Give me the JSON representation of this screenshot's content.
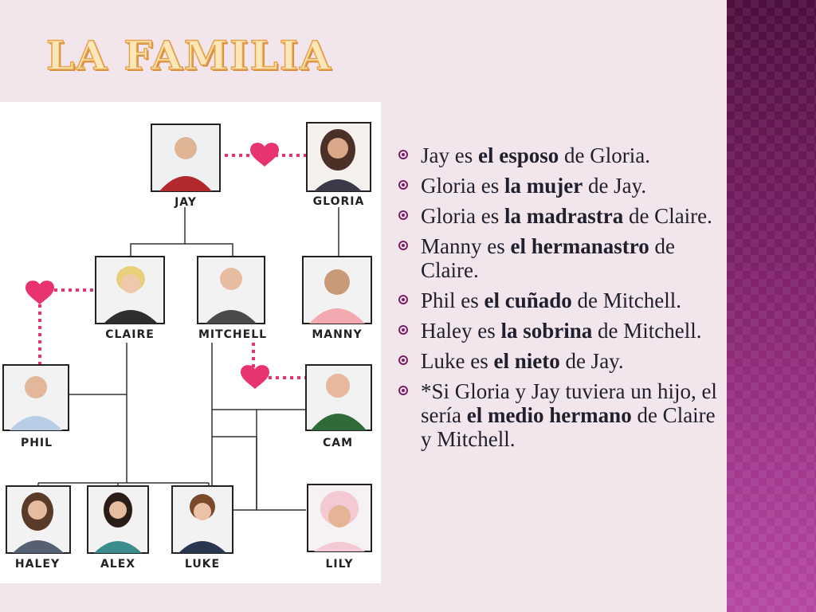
{
  "title": "LA FAMILIA",
  "tree": {
    "people": [
      {
        "id": "jay",
        "name": "JAY"
      },
      {
        "id": "gloria",
        "name": "GLORIA"
      },
      {
        "id": "claire",
        "name": "CLAIRE"
      },
      {
        "id": "mitchell",
        "name": "MITCHELL"
      },
      {
        "id": "manny",
        "name": "MANNY"
      },
      {
        "id": "phil",
        "name": "PHIL"
      },
      {
        "id": "cam",
        "name": "CAM"
      },
      {
        "id": "haley",
        "name": "HALEY"
      },
      {
        "id": "alex",
        "name": "ALEX"
      },
      {
        "id": "luke",
        "name": "LUKE"
      },
      {
        "id": "lily",
        "name": "LILY"
      }
    ],
    "heart_color": "#e8336f"
  },
  "bullets": [
    {
      "pre": "Jay es ",
      "bold": "el esposo",
      "post": " de Gloria."
    },
    {
      "pre": "Gloria es ",
      "bold": "la mujer",
      "post": " de Jay."
    },
    {
      "pre": "Gloria es ",
      "bold": "la madrastra",
      "post": " de Claire."
    },
    {
      "pre": "Manny es ",
      "bold": "el hermanastro",
      "post": " de Claire."
    },
    {
      "pre": "Phil es ",
      "bold": "el cuñado",
      "post": " de Mitchell."
    },
    {
      "pre": "Haley es ",
      "bold": "la sobrina",
      "post": " de Mitchell."
    },
    {
      "pre": "Luke es ",
      "bold": "el nieto",
      "post": " de Jay."
    },
    {
      "pre": "*Si Gloria y Jay tuviera un hijo, el sería ",
      "bold": "el medio hermano",
      "post": " de Claire y Mitchell."
    }
  ],
  "colors": {
    "accent": "#7a1f66",
    "title_fill": "#fbe7b8",
    "title_stroke": "#e8a24a",
    "background": "#f3e5ec"
  }
}
